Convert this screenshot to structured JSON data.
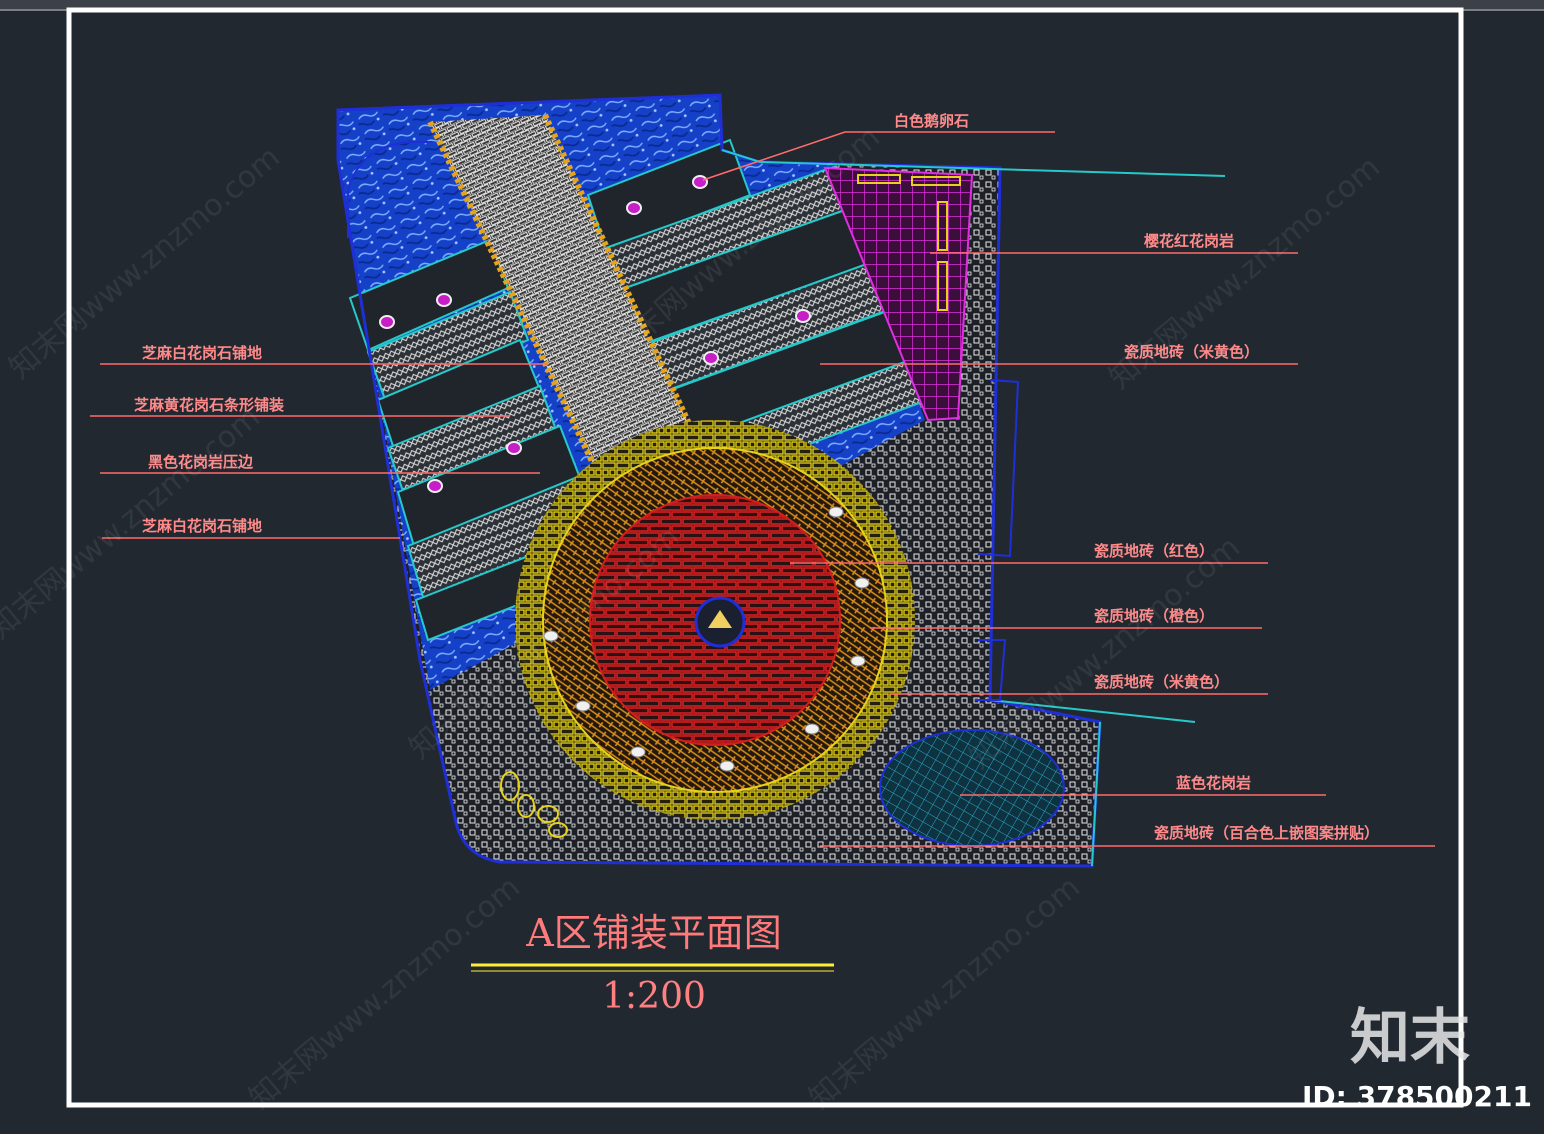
{
  "drawing": {
    "title": "A区铺装平面图",
    "scale": "1:200"
  },
  "labels": {
    "left": [
      "芝麻白花岗石铺地",
      "芝麻黄花岗石条形铺装",
      "黑色花岗岩压边",
      "芝麻白花岗石铺地"
    ],
    "right": [
      "白色鹅卵石",
      "樱花红花岗岩",
      "瓷质地砖（米黄色）",
      "瓷质地砖（红色）",
      "瓷质地砖（橙色）",
      "瓷质地砖（米黄色）",
      "蓝色花岗岩",
      "瓷质地砖（百合色上嵌图案拼贴）"
    ]
  },
  "watermark": {
    "brand": "知末",
    "id": "ID: 378500211",
    "text": "知末网www.znzmo.com"
  },
  "colors": {
    "background": "#212830",
    "frame": "#ffffff",
    "leader": "#ff6b6b",
    "outline_blue": "#1f2fd8",
    "outline_cyan": "#26c9c9",
    "magenta": "#c81ec8",
    "red_brick": "#d41e1e",
    "orange_brick": "#d8901a",
    "yellow_brick": "#e6d21a",
    "pebble_white": "#f0f0f0",
    "blue_granite": "#1565c0",
    "title_underline": "#ffee33"
  }
}
